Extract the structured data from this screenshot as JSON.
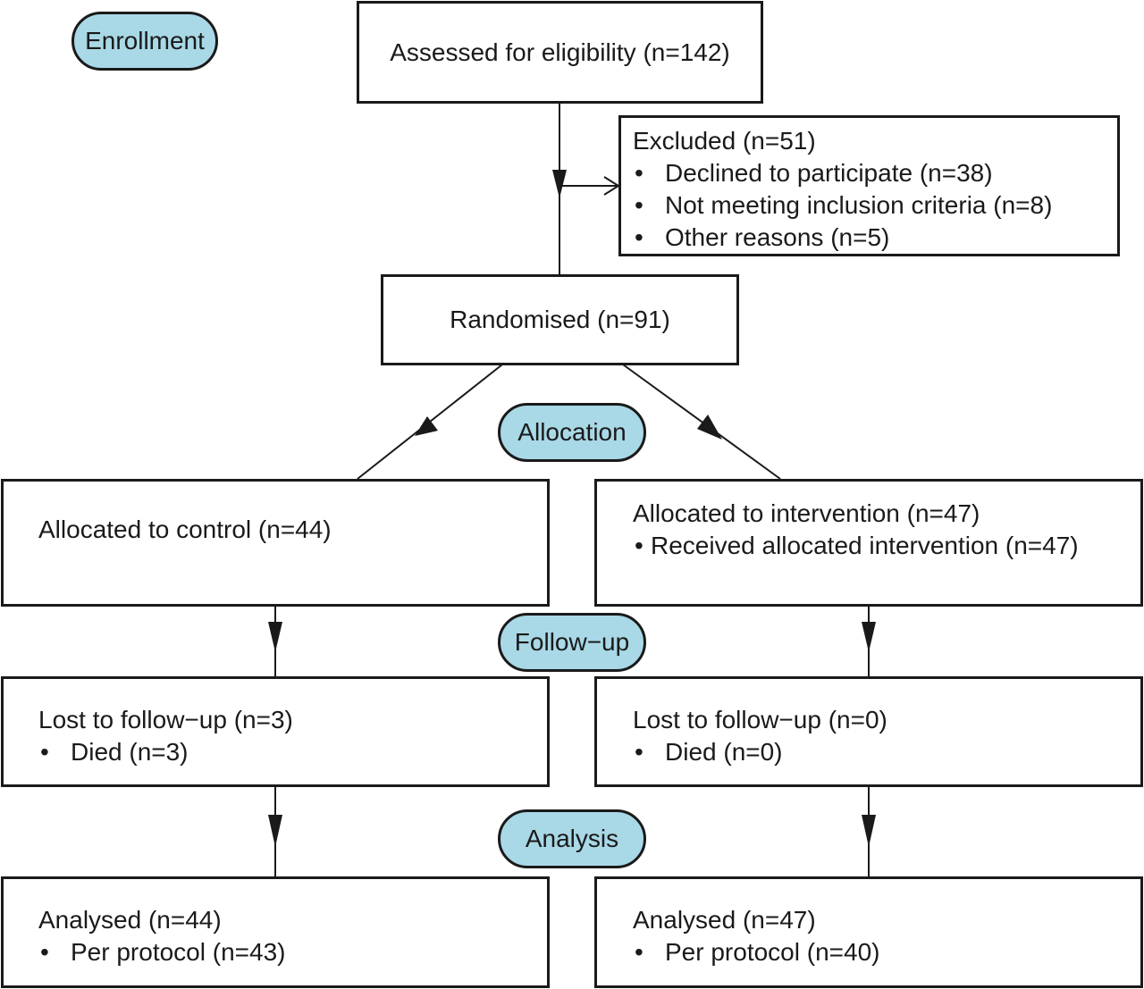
{
  "stages": {
    "enrollment": "Enrollment",
    "allocation": "Allocation",
    "follow_up": "Follow−up",
    "analysis": "Analysis"
  },
  "assessed": "Assessed for eligibility (n=142)",
  "excluded": {
    "title": "Excluded (n=51)",
    "items": [
      "Declined to participate (n=38)",
      "Not meeting inclusion criteria (n=8)",
      "Other reasons (n=5)"
    ]
  },
  "randomised": "Randomised (n=91)",
  "control": {
    "allocated": "Allocated to control (n=44)",
    "lost": {
      "title": "Lost to follow−up (n=3)",
      "items": [
        "Died (n=3)"
      ]
    },
    "analysed": {
      "title": "Analysed (n=44)",
      "items": [
        "Per protocol (n=43)"
      ]
    }
  },
  "intervention": {
    "allocated": "Allocated to intervention (n=47)",
    "allocated_items": [
      "Received allocated intervention (n=47)"
    ],
    "lost": {
      "title": "Lost to follow−up (n=0)",
      "items": [
        "Died (n=0)"
      ]
    },
    "analysed": {
      "title": "Analysed (n=47)",
      "items": [
        "Per protocol (n=40)"
      ]
    }
  },
  "colors": {
    "stage_fill": "#a9d8e6",
    "stroke": "#1a1a1a"
  }
}
